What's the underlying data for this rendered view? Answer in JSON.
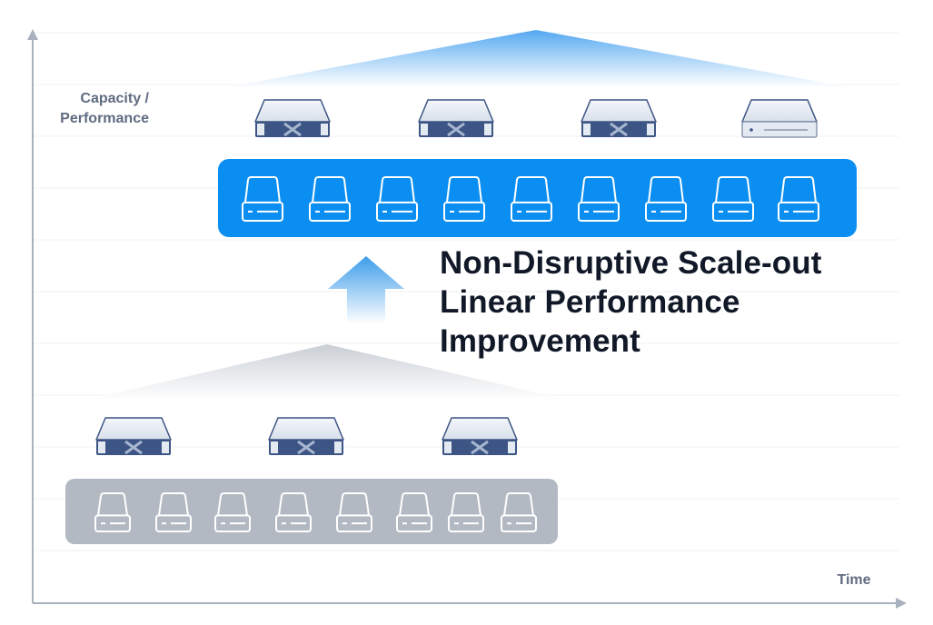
{
  "axes": {
    "y_label_line1": "Capacity /",
    "y_label_line2": "Performance",
    "x_label": "Time"
  },
  "headline": {
    "line1": "Non-Disruptive Scale-out",
    "line2": "Linear Performance",
    "line3": "Improvement"
  },
  "colors": {
    "axis": "#a9b1bf",
    "grid": "#eef1f5",
    "accent_blue": "#0a8ef2",
    "gray_tray": "#b3b9c3",
    "server_dark": "#3d5585",
    "server_light": "#e4eaf2",
    "arrow_blue": "#4aa8ee"
  },
  "after_cluster": {
    "servers": 4,
    "drives": 9
  },
  "before_cluster": {
    "servers": 3,
    "drives": 8
  },
  "icons": [
    "server-icon",
    "drive-icon",
    "up-arrow-icon"
  ]
}
